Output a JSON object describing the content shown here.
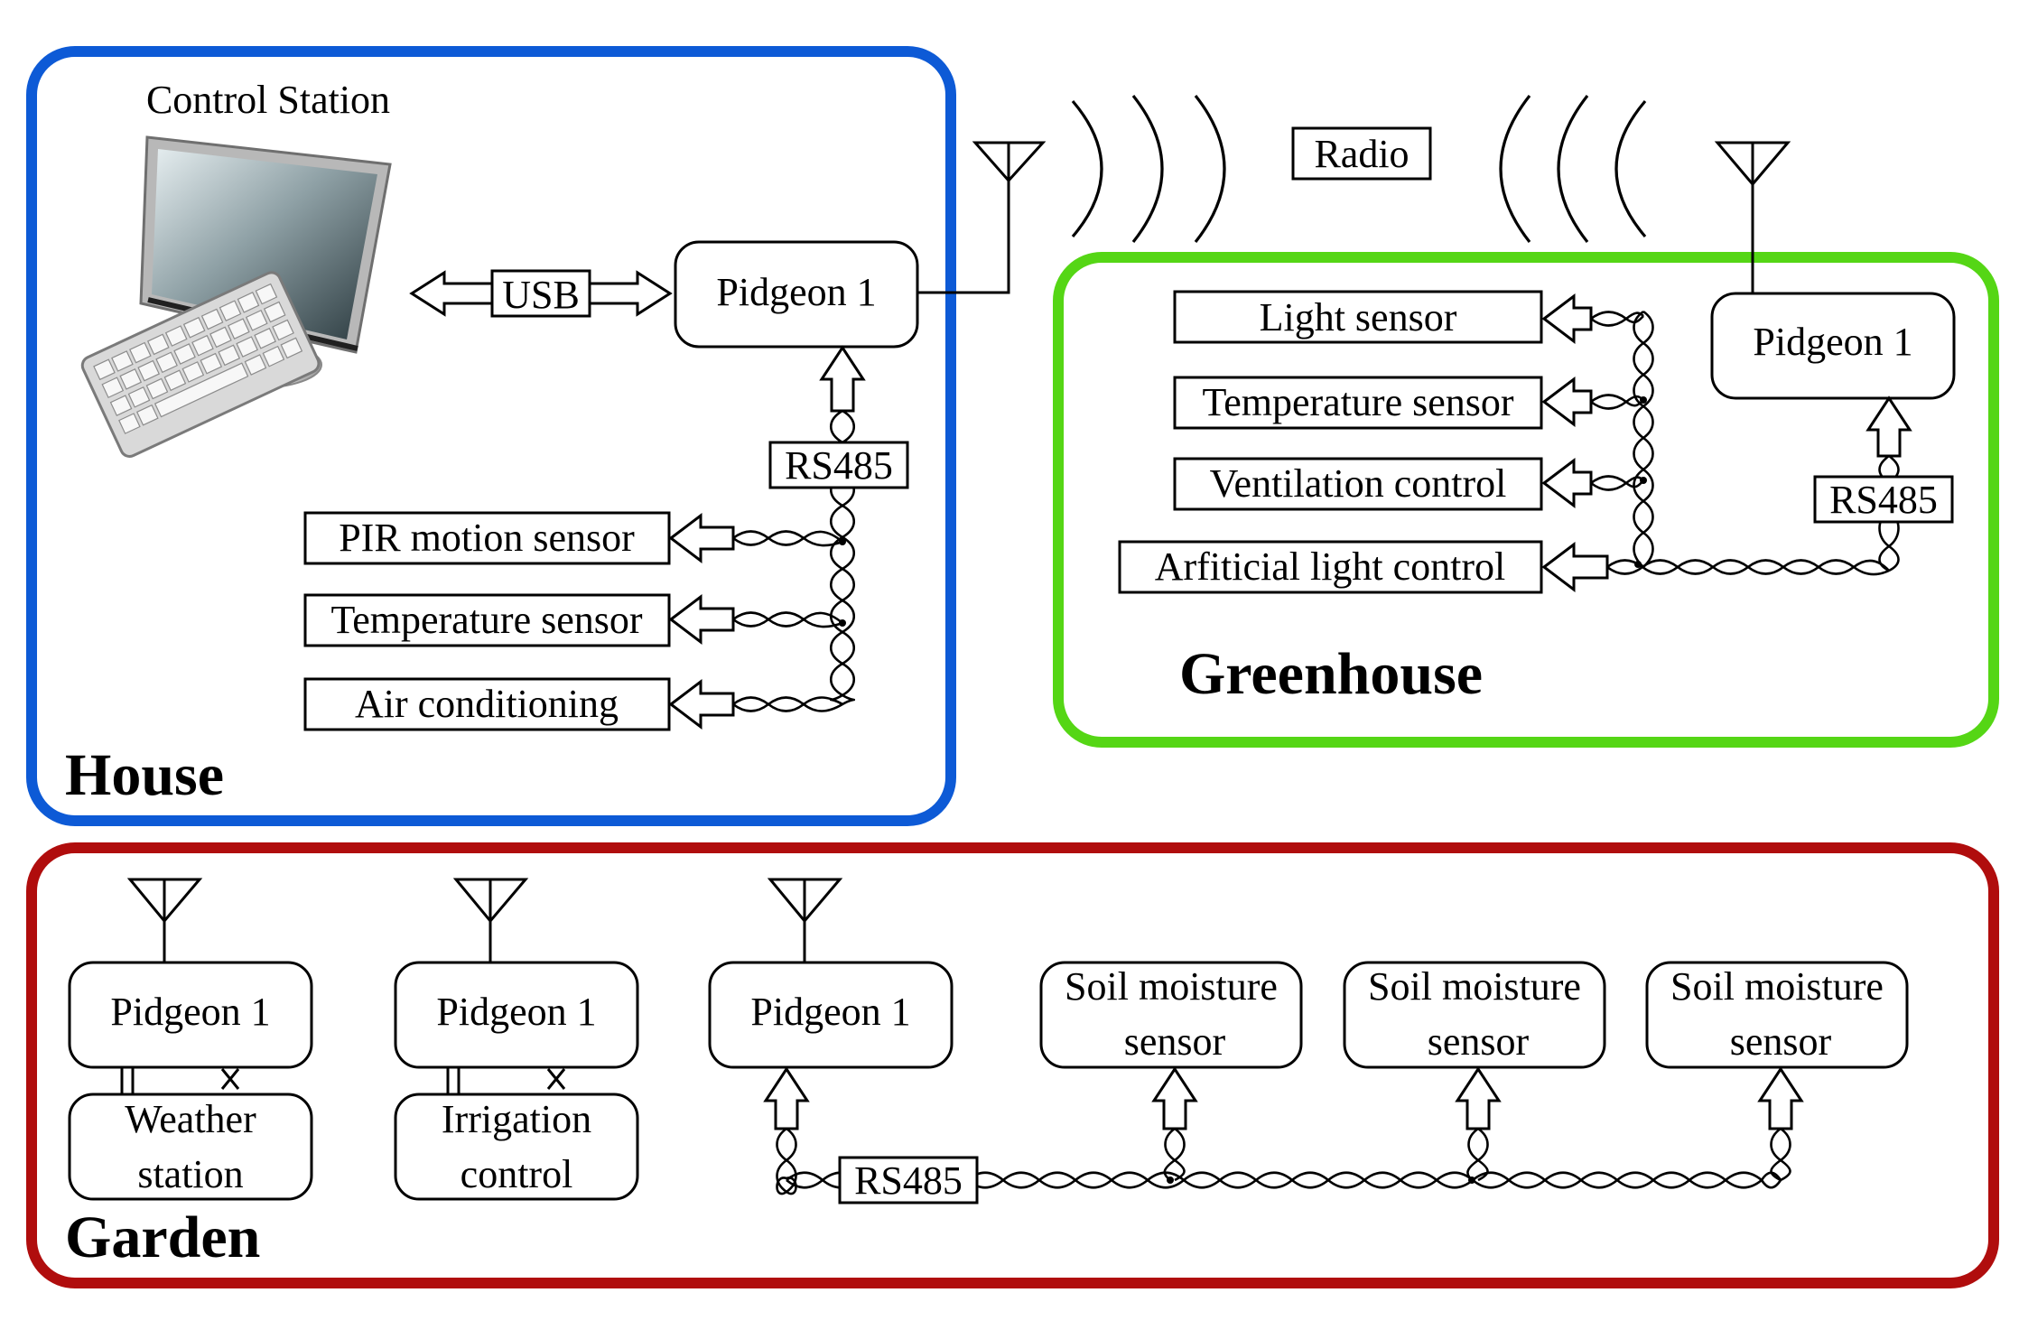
{
  "colors": {
    "house": "#0d5ad6",
    "greenhouse": "#55d615",
    "garden": "#b00d0d"
  },
  "house": {
    "title": "House",
    "control_station_label": "Control Station",
    "computer_icon": "desktop-computer-icon",
    "usb_label": "USB",
    "node_label": "Pidgeon 1",
    "bus_label": "RS485",
    "devices": [
      "PIR motion sensor",
      "Temperature sensor",
      "Air conditioning"
    ]
  },
  "radio": {
    "label": "Radio",
    "icon": "antenna-icon"
  },
  "greenhouse": {
    "title": "Greenhouse",
    "node_label": "Pidgeon 1",
    "bus_label": "RS485",
    "devices": [
      "Light sensor",
      "Temperature sensor",
      "Ventilation control",
      "Arfiticial light control"
    ]
  },
  "garden": {
    "title": "Garden",
    "weather_node_label": "Pidgeon 1",
    "weather_device": [
      "Weather",
      "station"
    ],
    "irrigation_node_label": "Pidgeon 1",
    "irrigation_device": [
      "Irrigation",
      "control"
    ],
    "bus_node_label": "Pidgeon 1",
    "bus_label": "RS485",
    "soil_sensors": [
      [
        "Soil moisture",
        "sensor"
      ],
      [
        "Soil moisture",
        "sensor"
      ],
      [
        "Soil moisture",
        "sensor"
      ]
    ]
  }
}
